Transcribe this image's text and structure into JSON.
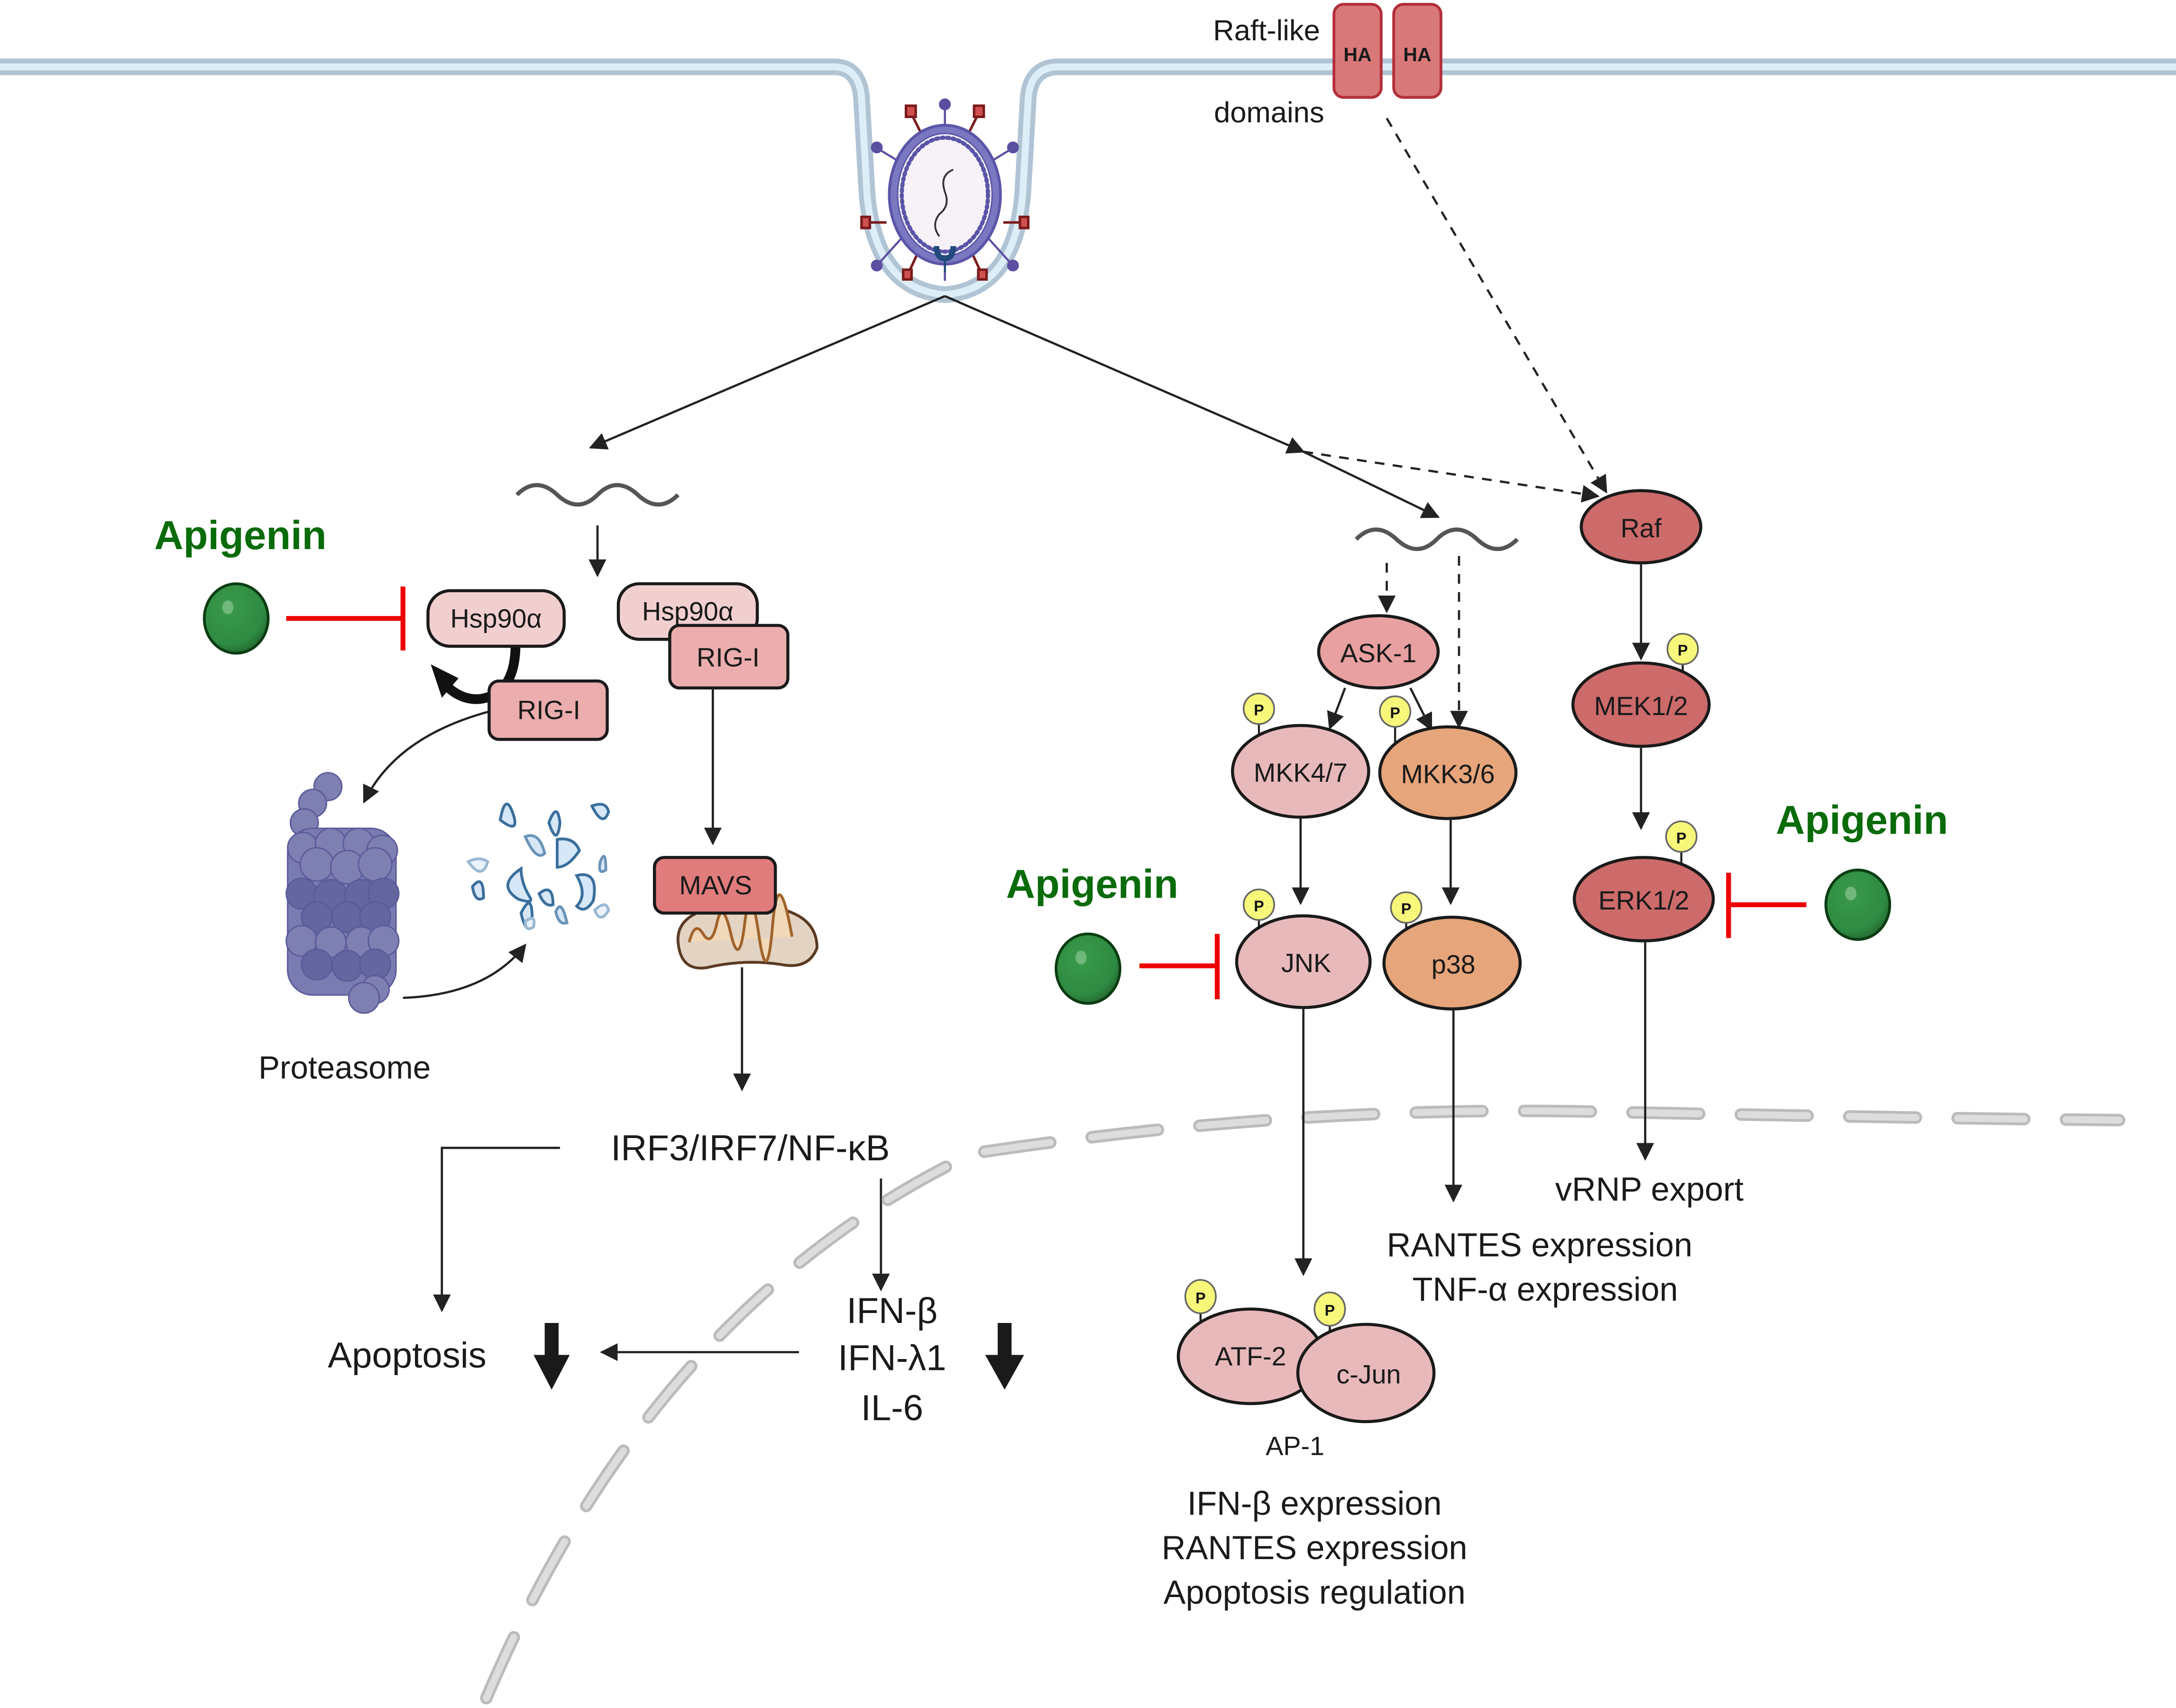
{
  "membrane": {
    "raft_label_line1": "Raft-like",
    "raft_label_line2": "domains",
    "ha_labels": [
      "HA",
      "HA"
    ]
  },
  "inhibitor": {
    "name": "Apigenin",
    "color": "#0a6b0a",
    "inhibition_color": "#ee0000"
  },
  "left_pathway": {
    "hsp90_free": "Hsp90α",
    "rigi_free": "RIG-I",
    "hsp90_complex": "Hsp90α",
    "rigi_complex": "RIG-I",
    "proteasome": "Proteasome",
    "mavs": "MAVS",
    "transcription_factors": "IRF3/IRF7/NF-κB",
    "apoptosis": "Apoptosis",
    "cytokines": [
      "IFN-β",
      "IFN-λ1",
      "IL-6"
    ]
  },
  "mapk_pathway": {
    "ask1": "ASK-1",
    "mkk47": "MKK4/7",
    "mkk36": "MKK3/6",
    "jnk": "JNK",
    "p38": "p38",
    "atf2": "ATF-2",
    "cjun": "c-Jun",
    "ap1": "AP-1",
    "ap1_outputs": [
      "IFN-β expression",
      "RANTES expression",
      "Apoptosis regulation"
    ],
    "p38_outputs": [
      "RANTES expression",
      "TNF-α expression"
    ],
    "phospho_label": "P"
  },
  "erk_pathway": {
    "raf": "Raf",
    "mek": "MEK1/2",
    "erk": "ERK1/2",
    "output": "vRNP export"
  },
  "colors": {
    "hsp90": "#f2cfcf",
    "rigi": "#ebadad",
    "mavs": "#e07c7c",
    "mkk47": "#e8b9bb",
    "mkk36": "#e6a57a",
    "raf": "#cd6a6a",
    "ask1": "#e8a0a0",
    "phospho": "#f7f77a",
    "membrane": "#b0c4d4",
    "nucleus": "#cccccc"
  }
}
